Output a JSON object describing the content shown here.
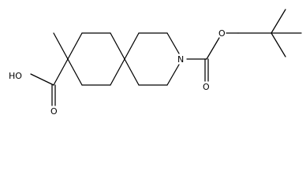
{
  "molecule": {
    "atom_labels": {
      "hydroxyl": "HO",
      "carbonyl_oxygen_acid": "O",
      "ring_nitrogen": "N",
      "carbonyl_oxygen_boc": "O",
      "ester_oxygen_boc": "O"
    }
  }
}
